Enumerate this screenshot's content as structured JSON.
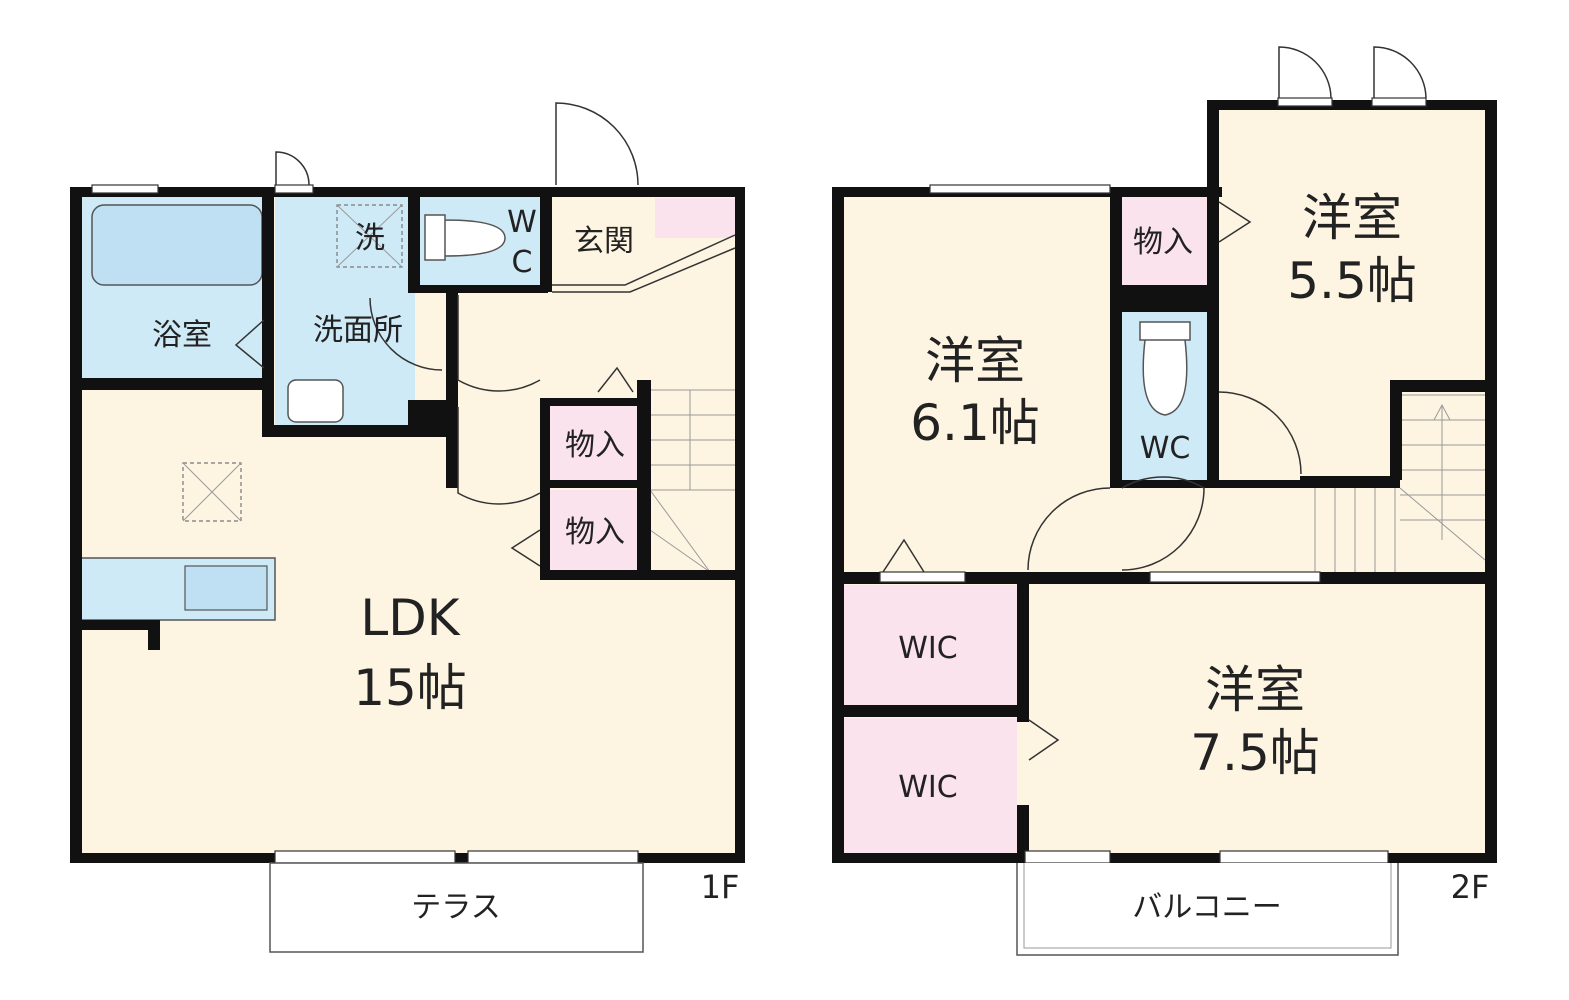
{
  "floor1": {
    "tag": "1F",
    "rooms": {
      "bath": "浴室",
      "washer": "洗",
      "washroom": "洗面所",
      "wc_w": "W",
      "wc_c": "C",
      "entrance": "玄関",
      "storage1": "物入",
      "storage2": "物入",
      "ldk_name": "LDK",
      "ldk_size": "15帖",
      "terrace": "テラス"
    }
  },
  "floor2": {
    "tag": "2F",
    "rooms": {
      "storage": "物入",
      "west_a_name": "洋室",
      "west_a_size": "5.5帖",
      "west_b_name": "洋室",
      "west_b_size": "6.1帖",
      "wc": "WC",
      "wic1": "WIC",
      "wic2": "WIC",
      "west_c_name": "洋室",
      "west_c_size": "7.5帖",
      "balcony": "バルコニー"
    }
  },
  "colors": {
    "wall": "#111111",
    "floor": "#fdf5e2",
    "wet_area": "#cfeaf7",
    "storage": "#fbe3ee"
  }
}
